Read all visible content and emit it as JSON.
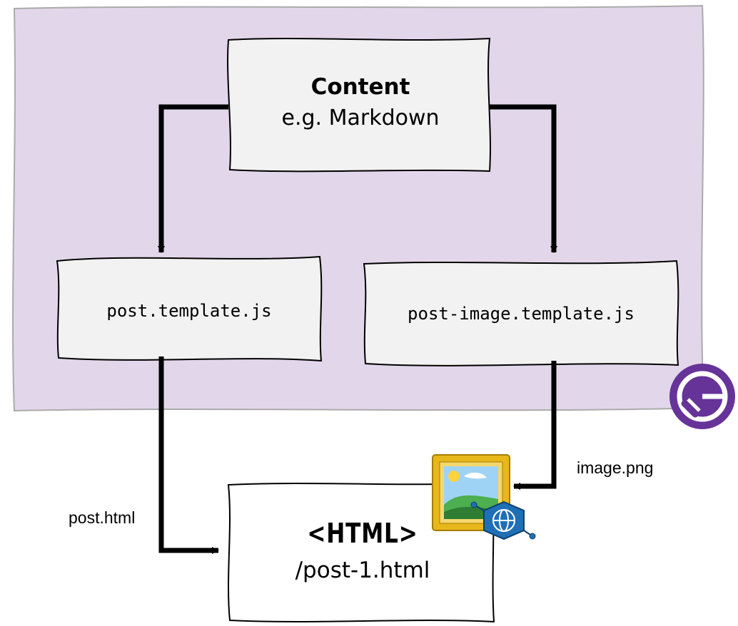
{
  "nodes": {
    "content": {
      "title": "Content",
      "subtitle": "e.g. Markdown"
    },
    "post_template": {
      "label": "post.template.js"
    },
    "post_image_template": {
      "label": "post-image.template.js"
    },
    "output": {
      "tag": "<HTML>",
      "path": "/post-1.html"
    }
  },
  "edges": {
    "post_html": "post.html",
    "image_png": "image.png"
  },
  "icons": {
    "gatsby": "gatsby-logo-icon",
    "framed_picture": "framed-picture-icon",
    "web_globe": "globe-network-icon"
  },
  "colors": {
    "region_fill": "#e2d7ea",
    "region_stroke": "#aaaaaa",
    "box_fill": "#f2f2f2",
    "gatsby_purple": "#663399",
    "frame_gold": "#e8b71a",
    "globe_blue": "#1f6fb5"
  }
}
